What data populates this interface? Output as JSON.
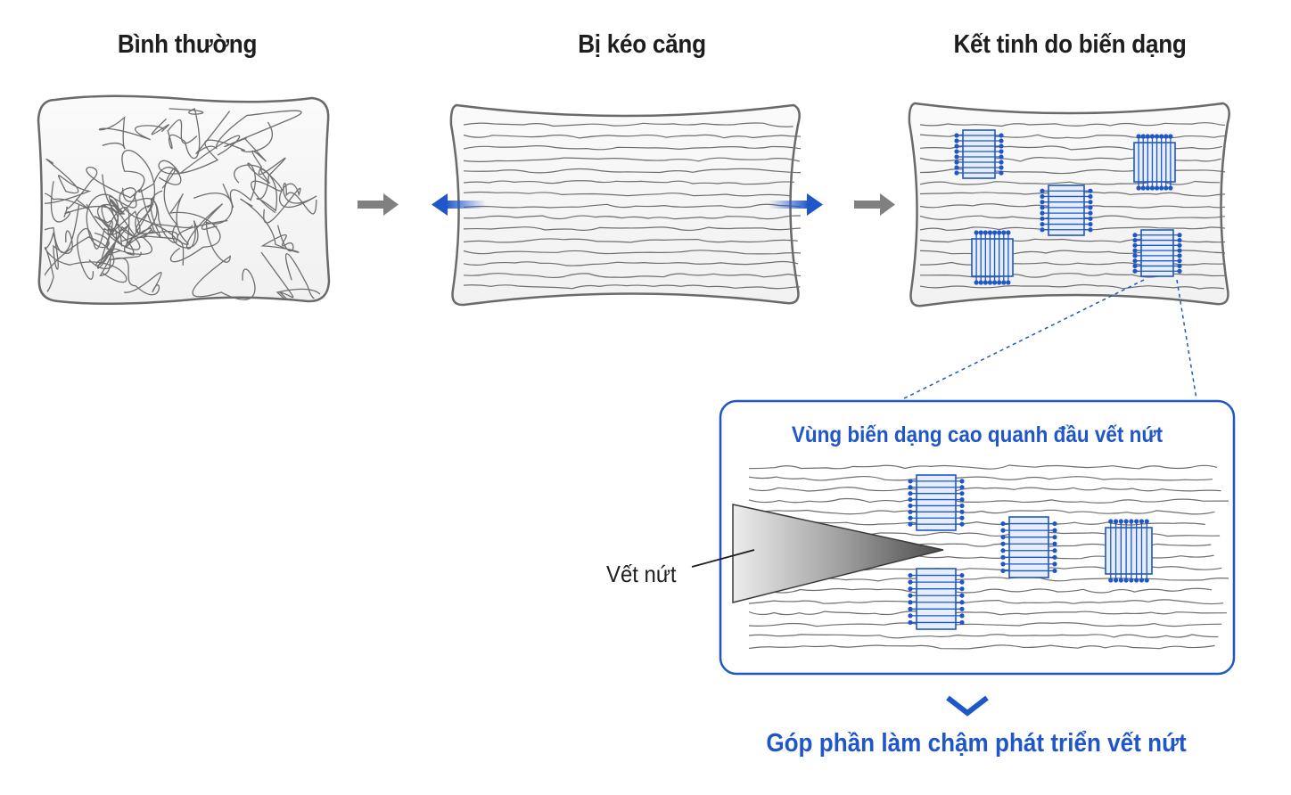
{
  "panels": {
    "normal": {
      "title": "Bình thường"
    },
    "stretched": {
      "title": "Bị kéo căng"
    },
    "crystallized": {
      "title": "Kết tinh do biến dạng"
    }
  },
  "zoom": {
    "title": "Vùng biến dạng cao quanh đầu vết nứt",
    "crack_label": "Vết nứt"
  },
  "conclusion": "Góp phần làm chậm phát triển vết nứt",
  "colors": {
    "accent_blue": "#1f56c9",
    "fiber_gray": "#6e6e6e",
    "panel_border": "#6a6a6a",
    "arrow_gray": "#808080"
  }
}
